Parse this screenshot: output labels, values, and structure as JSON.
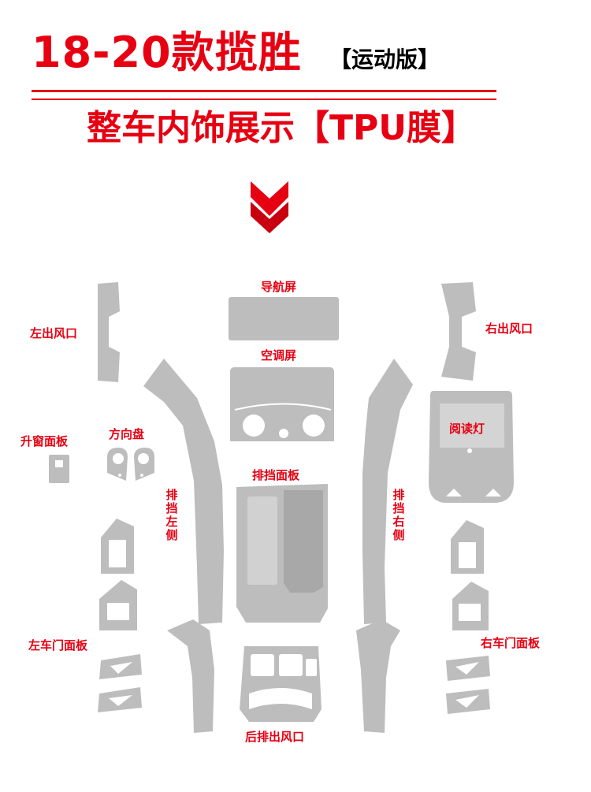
{
  "header": {
    "title": "18-20款揽胜",
    "edition": "【运动版】",
    "subtitle": "整车内饰展示【TPU膜】"
  },
  "colors": {
    "accent": "#e60012",
    "part_fill": "#bdbdbd"
  },
  "labels": {
    "nav_screen": "导航屏",
    "ac_screen": "空调屏",
    "left_vent": "左出风口",
    "right_vent": "右出风口",
    "window_panel": "升窗面板",
    "steering_wheel": "方向盘",
    "reading_light": "阅读灯",
    "gear_panel": "排挡面板",
    "gear_left": "排挡左侧",
    "gear_right": "排挡右侧",
    "left_door_panel": "左车门面板",
    "right_door_panel": "右车门面板",
    "rear_vent": "后排出风口"
  },
  "icons": {
    "down_chevron": "double-chevron-down-icon"
  }
}
